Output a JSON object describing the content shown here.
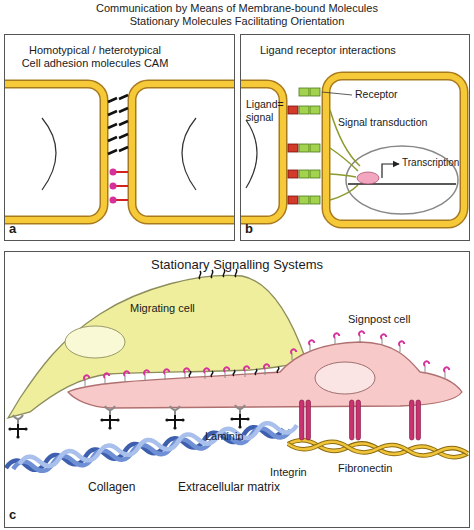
{
  "diagram": {
    "title": "Communication by Means of Membrane-bound Molecules Stationary Molecules Facilitating Orientation",
    "nodes": [
      {
        "text": [
          "Homotypical / heterotypical Cell adhesion molecules CAM",
          "a"
        ]
      },
      {
        "text": [
          "Ligand receptor interactions",
          "b"
        ]
      },
      {
        "text": [
          "Stationary Signalling Systems",
          "c"
        ]
      },
      {
        "text": [
          "Migrating cell"
        ],
        "in": 2
      },
      {
        "text": [
          "Signpost cell"
        ],
        "in": 2
      }
    ],
    "labels": [
      "Ligand= signal",
      "Receptor",
      "Signal transduction",
      "Transcription",
      "Laminin",
      "Integrin",
      "Fibronectin",
      "Collagen",
      "Extracellular matrix"
    ]
  }
}
